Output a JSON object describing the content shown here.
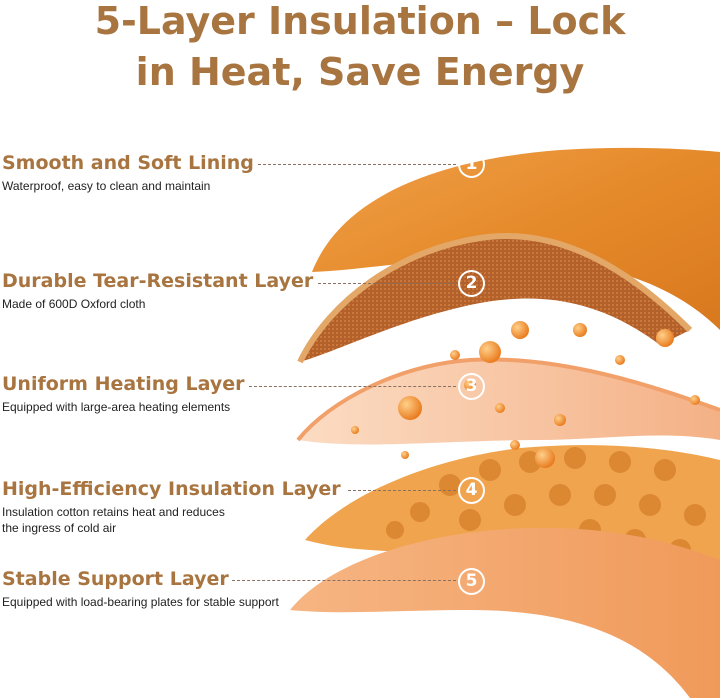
{
  "title": {
    "line1": "5-Layer Insulation – Lock",
    "line2": "in Heat, Save Energy"
  },
  "colors": {
    "title": "#a8743f",
    "layer_main": "#e8922b",
    "mesh": "#b5622a",
    "heating": "#f6b98c",
    "insulation": "#f0a44e",
    "support": "#f2a76a"
  },
  "layers": [
    {
      "number": "1",
      "title": "Smooth and Soft Lining",
      "desc": [
        "Waterproof, easy to clean and maintain"
      ]
    },
    {
      "number": "2",
      "title": "Durable Tear-Resistant Layer",
      "desc": [
        "Made of 600D Oxford cloth"
      ]
    },
    {
      "number": "3",
      "title": "Uniform Heating Layer",
      "desc": [
        "Equipped with large-area heating elements"
      ]
    },
    {
      "number": "4",
      "title": "High-Efficiency Insulation Layer",
      "desc": [
        "Insulation cotton retains heat and reduces",
        "the ingress of cold air"
      ]
    },
    {
      "number": "5",
      "title": "Stable Support Layer",
      "desc": [
        "Equipped with load-bearing plates for stable support"
      ]
    }
  ]
}
